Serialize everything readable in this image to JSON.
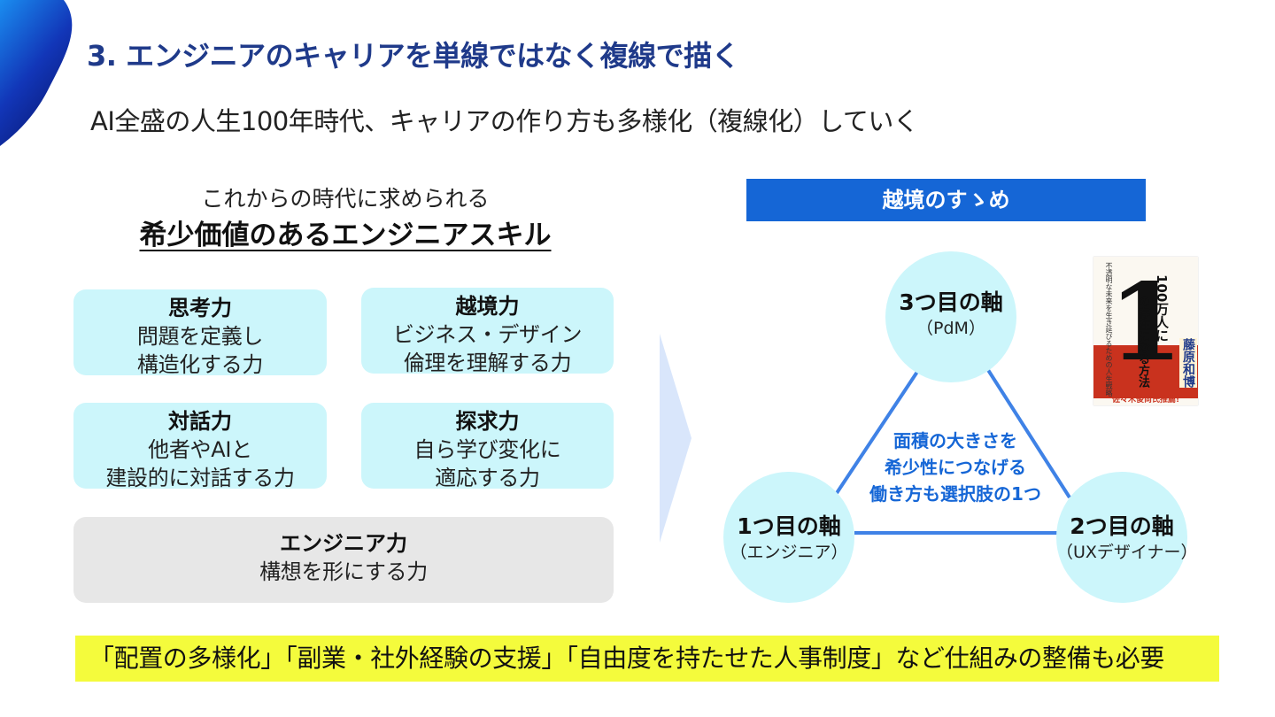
{
  "colors": {
    "title": "#1f3a8a",
    "accent_blue": "#1566d6",
    "skill_box": "#ccf6fb",
    "engineer_box": "#e7e7e7",
    "highlight_yellow": "#f4fb3c"
  },
  "slide": {
    "title": "3. エンジニアのキャリアを単線ではなく複線で描く",
    "subtitle": "AI全盛の人生100年時代、キャリアの作り方も多様化（複線化）していく"
  },
  "skills": {
    "lead": "これからの時代に求められる",
    "heading": "希少価値のあるエンジニアスキル",
    "thinking": {
      "name": "思考力",
      "desc1": "問題を定義し",
      "desc2": "構造化する力"
    },
    "boundary": {
      "name": "越境力",
      "desc1": "ビジネス・デザイン",
      "desc2": "倫理を理解する力"
    },
    "dialogue": {
      "name": "対話力",
      "desc1": "他者やAIと",
      "desc2": "建設的に対話する力"
    },
    "inquiry": {
      "name": "探求力",
      "desc1": "自ら学び変化に",
      "desc2": "適応する力"
    },
    "engineer": {
      "name": "エンジニア力",
      "desc1": "構想を形にする力"
    }
  },
  "crossover": {
    "banner": "越境のすゝめ",
    "axis3": {
      "name": "3つ目の軸",
      "sub": "（PdM）"
    },
    "axis1": {
      "name": "1つ目の軸",
      "sub": "（エンジニア）"
    },
    "axis2": {
      "name": "2つ目の軸",
      "sub": "（UXデザイナー）"
    },
    "center_line1": "面積の大きさを",
    "center_line2": "希少性につなげる",
    "center_line3": "働き方も選択肢の1つ"
  },
  "book": {
    "big_char": "1",
    "title_line1": "100万人に",
    "title_line2": "の存在になる方法",
    "author": "藤原和博",
    "small_text": "不透明な未来を生き延びるための人生戦略",
    "footer": "佐々木俊尚氏推薦!"
  },
  "footer_note": "「配置の多様化」「副業・社外経験の支援」「自由度を持たせた人事制度」など仕組みの整備も必要"
}
